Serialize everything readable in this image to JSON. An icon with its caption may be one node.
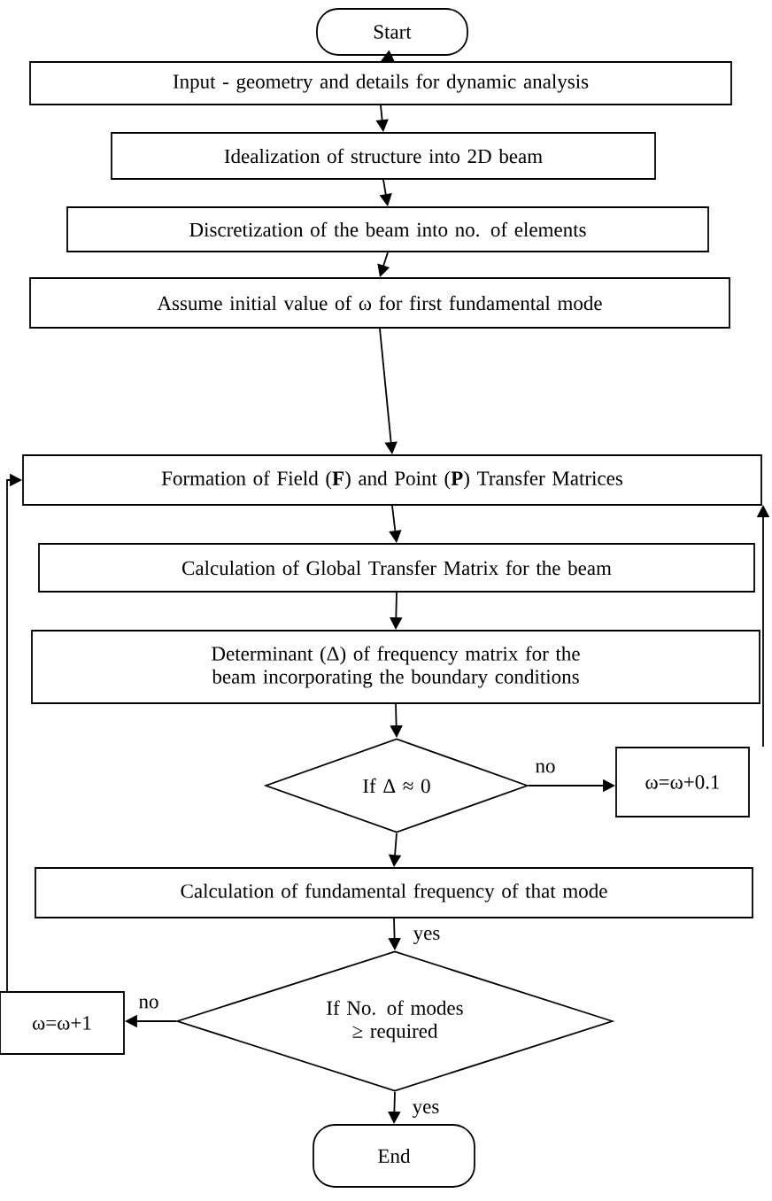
{
  "diagram": {
    "nodes": [
      {
        "text": [
          "Start"
        ]
      },
      {
        "text": [
          "Input - geometry and details for dynamic analysis"
        ]
      },
      {
        "text": [
          "Idealization of structure into 2D beam"
        ]
      },
      {
        "text": [
          "Discretization of the beam into no. of elements"
        ]
      },
      {
        "text": [
          "Assume initial value of ω for first fundamental mode"
        ]
      },
      {
        "text": [
          "Formation of Field (**F**) and Point (**P**) Transfer Matrices"
        ]
      },
      {
        "text": [
          "Calculation of Global Transfer Matrix for the beam"
        ]
      },
      {
        "text": [
          "Determinant (Δ) of frequency matrix for the beam incorporating the boundary conditions"
        ]
      },
      {
        "text": [
          "If Δ ≈ 0"
        ]
      },
      {
        "text": [
          "ω=ω+0.1"
        ]
      },
      {
        "text": [
          "Calculation of fundamental frequency of that mode"
        ]
      },
      {
        "text": [
          "If No. of modes ≥ required"
        ]
      },
      {
        "text": [
          "ω=ω+1"
        ]
      },
      {
        "text": [
          "End"
        ]
      }
    ],
    "edges": [
      {
        "from": 0,
        "to": 1,
        "arrow": "to"
      },
      {
        "from": 1,
        "to": 2,
        "arrow": "to"
      },
      {
        "from": 2,
        "to": 3,
        "arrow": "to"
      },
      {
        "from": 3,
        "to": 4,
        "arrow": "to"
      },
      {
        "from": 4,
        "to": 5,
        "arrow": "to"
      },
      {
        "from": 5,
        "to": 6,
        "arrow": "to"
      },
      {
        "from": 6,
        "to": 7,
        "arrow": "to"
      },
      {
        "from": 7,
        "to": 8,
        "arrow": "to"
      },
      {
        "from": 8,
        "to": 9,
        "arrow": "to",
        "label": "no"
      },
      {
        "from": 9,
        "to": 5,
        "arrow": "to"
      },
      {
        "from": 8,
        "to": 10,
        "arrow": "to"
      },
      {
        "from": 10,
        "to": 11,
        "arrow": "to",
        "label": "yes"
      },
      {
        "from": 11,
        "to": 12,
        "arrow": "to",
        "label": "no"
      },
      {
        "from": 12,
        "to": 5,
        "arrow": "to"
      },
      {
        "from": 11,
        "to": 13,
        "arrow": "to",
        "label": "yes"
      }
    ]
  }
}
